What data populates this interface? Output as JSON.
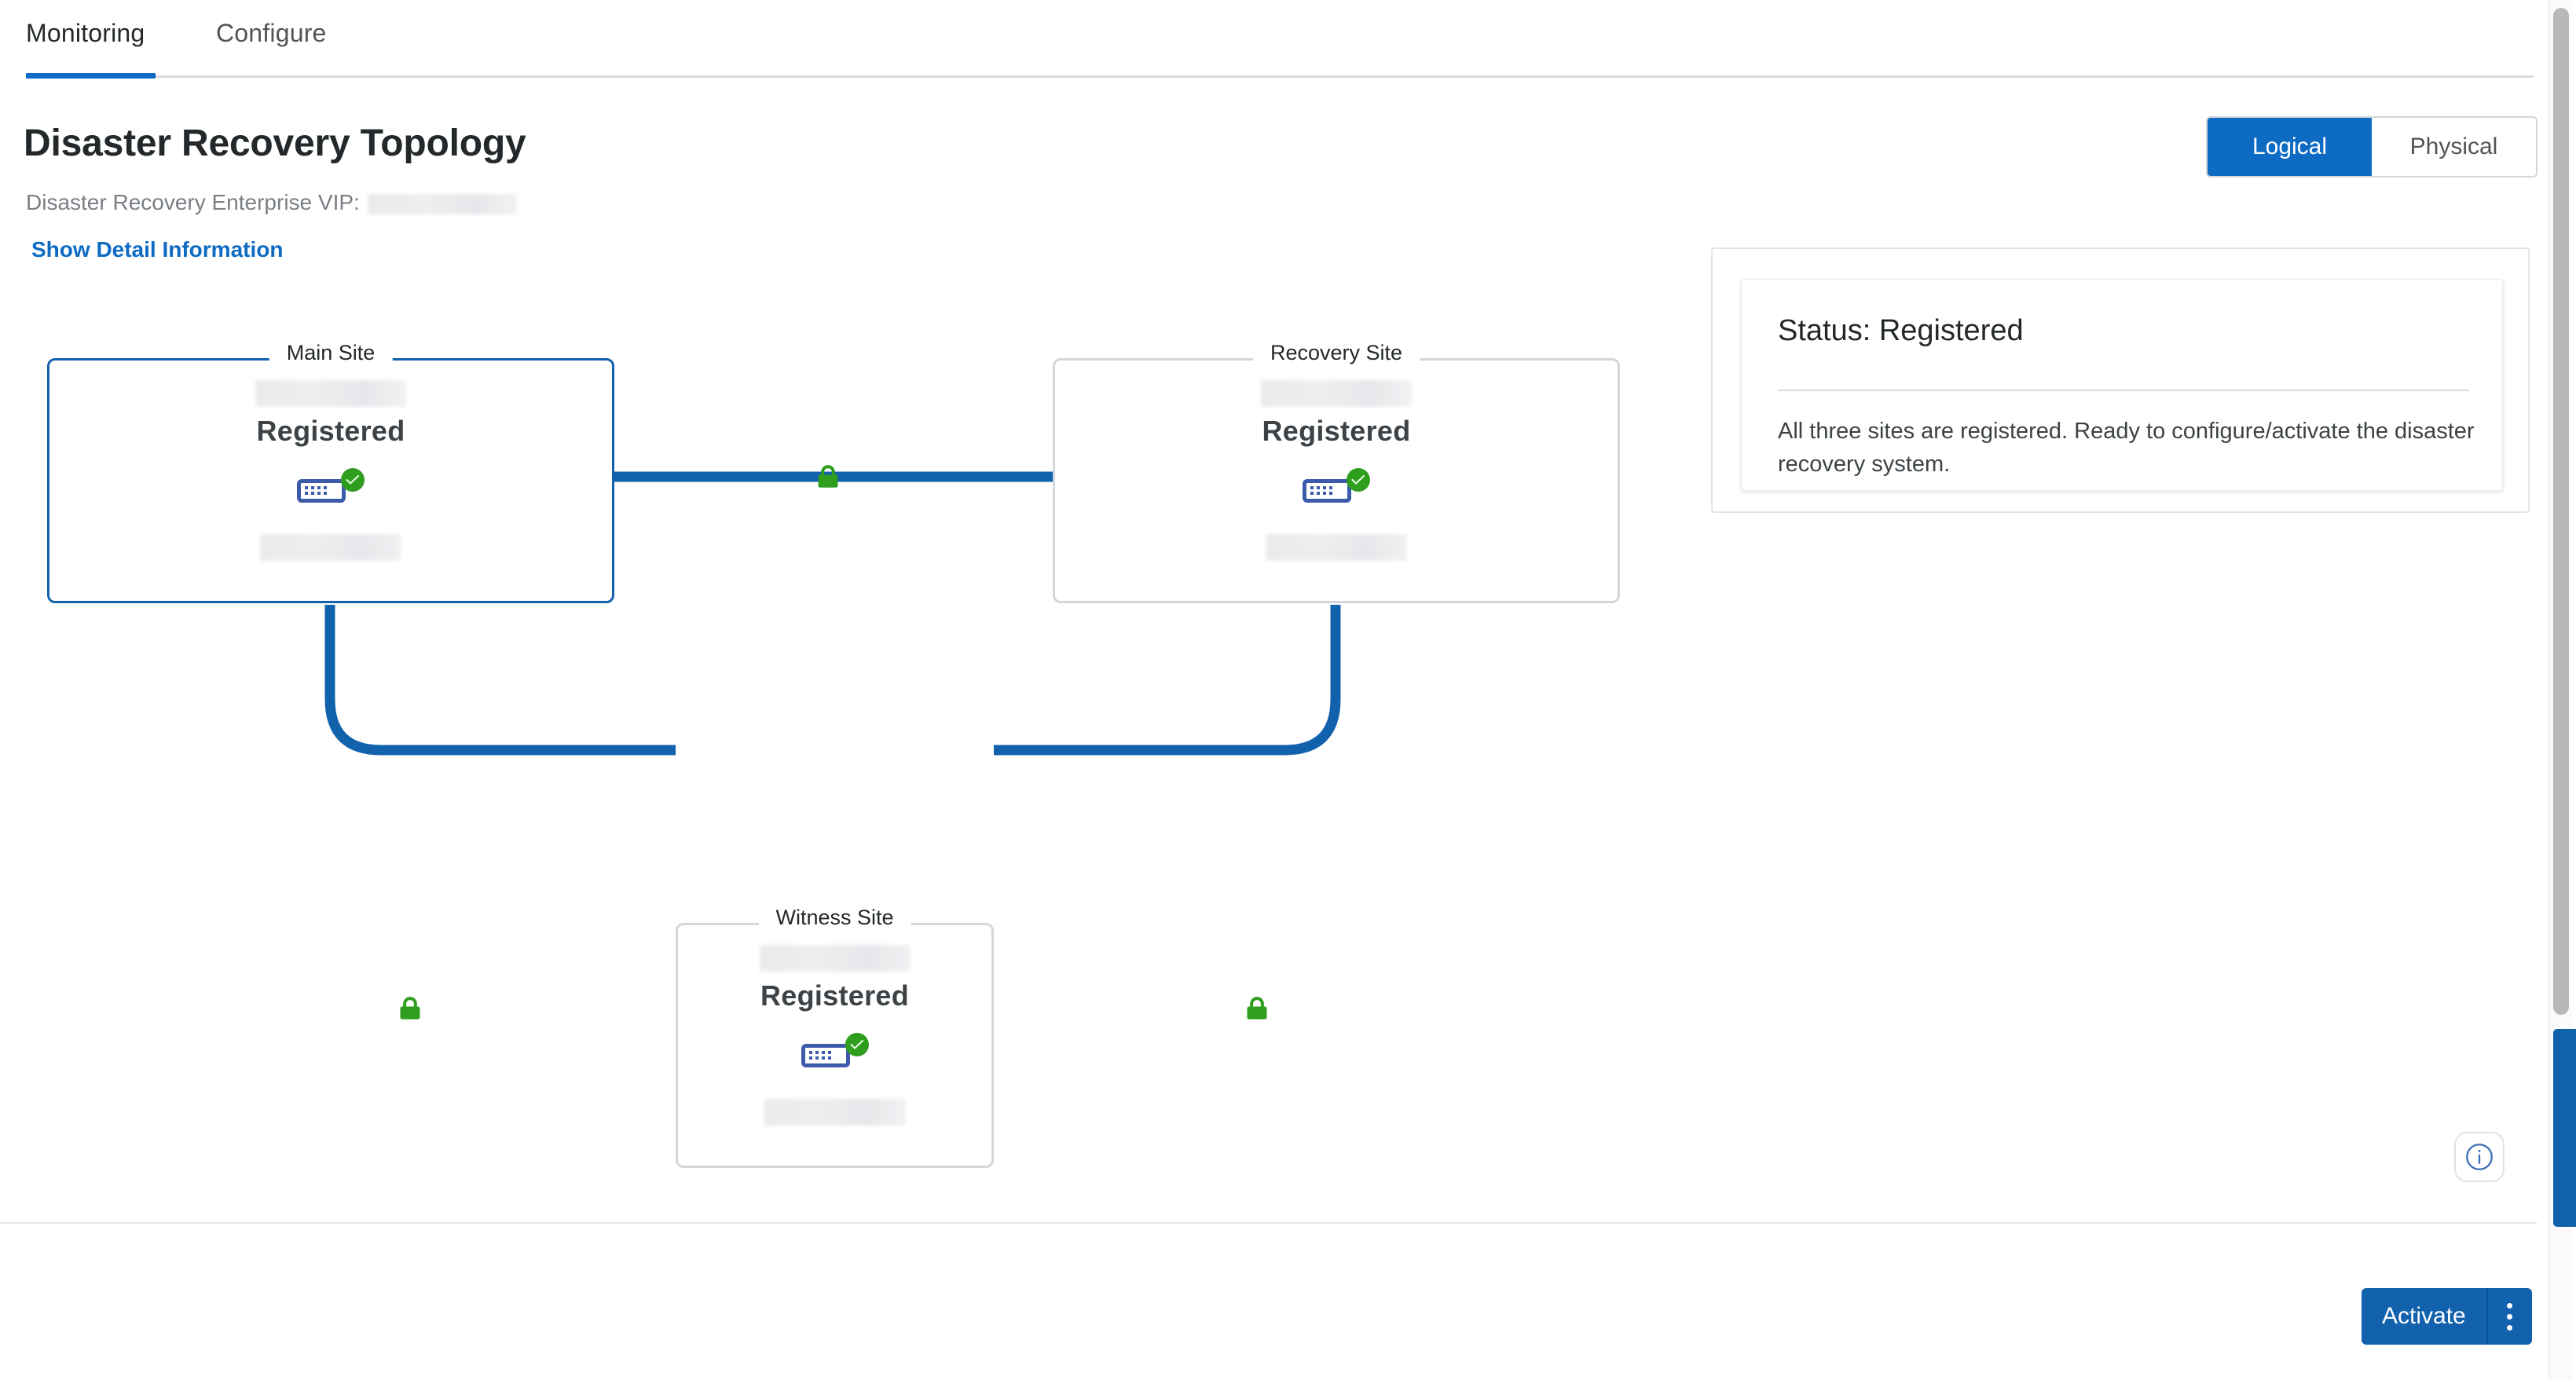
{
  "tabs": [
    {
      "label": "Monitoring",
      "active": true
    },
    {
      "label": "Configure",
      "active": false
    }
  ],
  "header": {
    "title": "Disaster Recovery Topology",
    "vip_label": "Disaster Recovery Enterprise VIP:",
    "vip_value": "",
    "detail_link": "Show Detail Information"
  },
  "view_toggle": {
    "options": [
      "Logical",
      "Physical"
    ],
    "selected": "Logical"
  },
  "topology": {
    "nodes": [
      {
        "label": "Main Site",
        "status": "Registered",
        "hostname": "",
        "ip": "",
        "badge": "check-ok",
        "device_icon": "switch-icon",
        "highlighted": true
      },
      {
        "label": "Recovery Site",
        "status": "Registered",
        "hostname": "",
        "ip": "",
        "badge": "check-ok",
        "device_icon": "switch-icon",
        "highlighted": false
      },
      {
        "label": "Witness Site",
        "status": "Registered",
        "hostname": "",
        "ip": "",
        "badge": "check-ok",
        "device_icon": "switch-icon",
        "highlighted": false
      }
    ],
    "links": [
      {
        "from": "Main Site",
        "to": "Recovery Site",
        "secure": true,
        "icon": "lock-icon"
      },
      {
        "from": "Main Site",
        "to": "Witness Site",
        "secure": true,
        "icon": "lock-icon"
      },
      {
        "from": "Recovery Site",
        "to": "Witness Site",
        "secure": true,
        "icon": "lock-icon"
      }
    ]
  },
  "status_panel": {
    "title": "Status: Registered",
    "body": "All three sites are registered. Ready to configure/activate the disaster recovery system."
  },
  "footer": {
    "activate_label": "Activate",
    "menu_icon": "vertical-dots-icon"
  },
  "info_button": {
    "icon": "info-circle-icon"
  },
  "colors": {
    "accent": "#0d6bc4",
    "link_line": "#1161ad",
    "ok_green": "#2f9e1f",
    "node_border": "#d3d7db",
    "text_primary": "#23282b",
    "text_muted": "#7a7f85"
  }
}
